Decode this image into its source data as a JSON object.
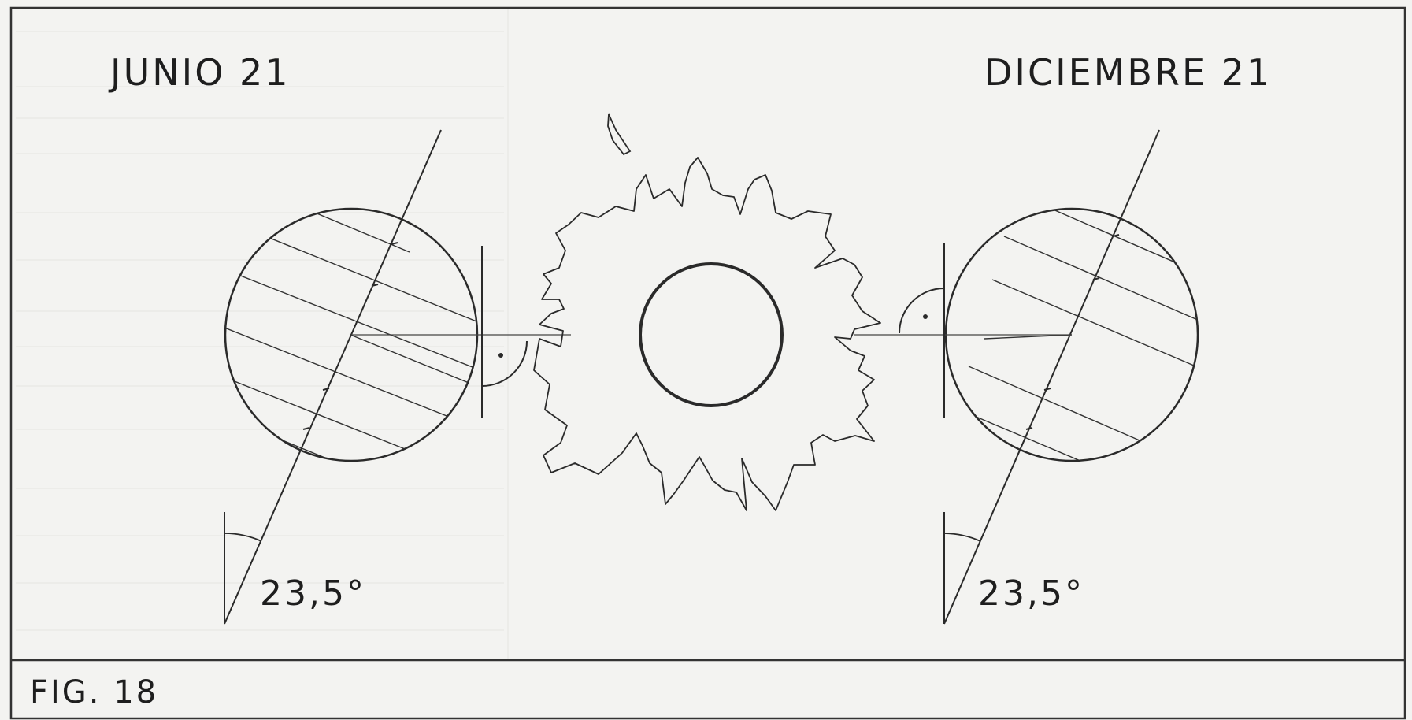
{
  "diagram": {
    "left_label": "JUNIO 21",
    "right_label": "DICIEMBRE 21",
    "left_angle": "23,5°",
    "right_angle": "23,5°",
    "caption": "FIG. 18",
    "colors": {
      "ink": "#2a2a2a",
      "paper": "#f3f3f1",
      "faint": "#e6e6e3"
    }
  }
}
